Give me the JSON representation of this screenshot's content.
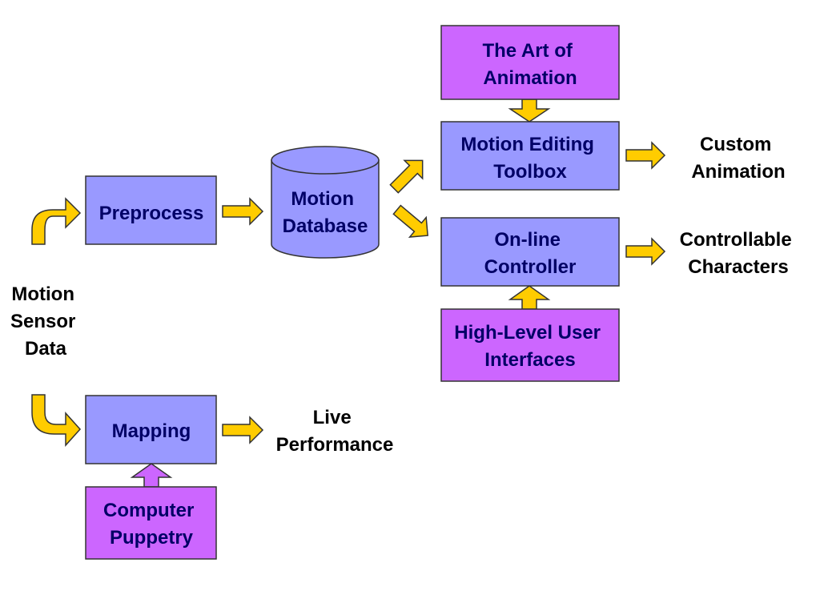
{
  "colors": {
    "process_fill": "#9999ff",
    "input_fill": "#cc66ff",
    "arrow_fill": "#ffcc00",
    "stroke": "#333333",
    "box_text": "#000066",
    "plain_text": "#000000"
  },
  "nodes": {
    "motion_sensor_data": [
      "Motion",
      "Sensor",
      "Data"
    ],
    "preprocess": [
      "Preprocess"
    ],
    "motion_database": [
      "Motion",
      "Database"
    ],
    "art_of_animation": [
      "The Art of",
      "Animation"
    ],
    "motion_editing_toolbox": [
      "Motion Editing",
      "Toolbox"
    ],
    "custom_animation": [
      "Custom",
      "Animation"
    ],
    "online_controller": [
      "On-line",
      "Controller"
    ],
    "controllable_characters": [
      "Controllable",
      "Characters"
    ],
    "high_level_ui": [
      "High-Level User",
      "Interfaces"
    ],
    "mapping": [
      "Mapping"
    ],
    "live_performance": [
      "Live",
      "Performance"
    ],
    "computer_puppetry": [
      "Computer",
      "Puppetry"
    ]
  },
  "edges": [
    {
      "from": "motion_sensor_data",
      "to": "preprocess"
    },
    {
      "from": "preprocess",
      "to": "motion_database"
    },
    {
      "from": "motion_database",
      "to": "motion_editing_toolbox"
    },
    {
      "from": "motion_database",
      "to": "online_controller"
    },
    {
      "from": "art_of_animation",
      "to": "motion_editing_toolbox"
    },
    {
      "from": "motion_editing_toolbox",
      "to": "custom_animation"
    },
    {
      "from": "high_level_ui",
      "to": "online_controller"
    },
    {
      "from": "online_controller",
      "to": "controllable_characters"
    },
    {
      "from": "motion_sensor_data",
      "to": "mapping"
    },
    {
      "from": "mapping",
      "to": "live_performance"
    },
    {
      "from": "computer_puppetry",
      "to": "mapping"
    }
  ]
}
